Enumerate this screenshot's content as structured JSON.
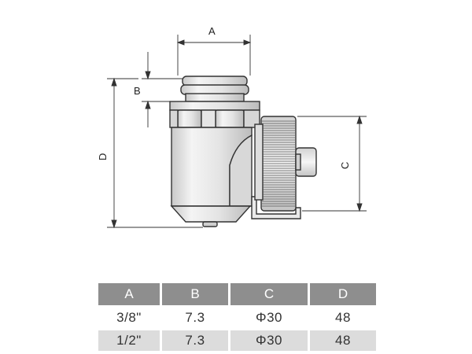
{
  "drawing": {
    "dimension_labels": {
      "a": "A",
      "b": "B",
      "c": "C",
      "d": "D"
    }
  },
  "table": {
    "headers": [
      "A",
      "B",
      "C",
      "D"
    ],
    "rows": [
      [
        "3/8\"",
        "7.3",
        "Φ30",
        "48"
      ],
      [
        "1/2\"",
        "7.3",
        "Φ30",
        "48"
      ]
    ]
  }
}
